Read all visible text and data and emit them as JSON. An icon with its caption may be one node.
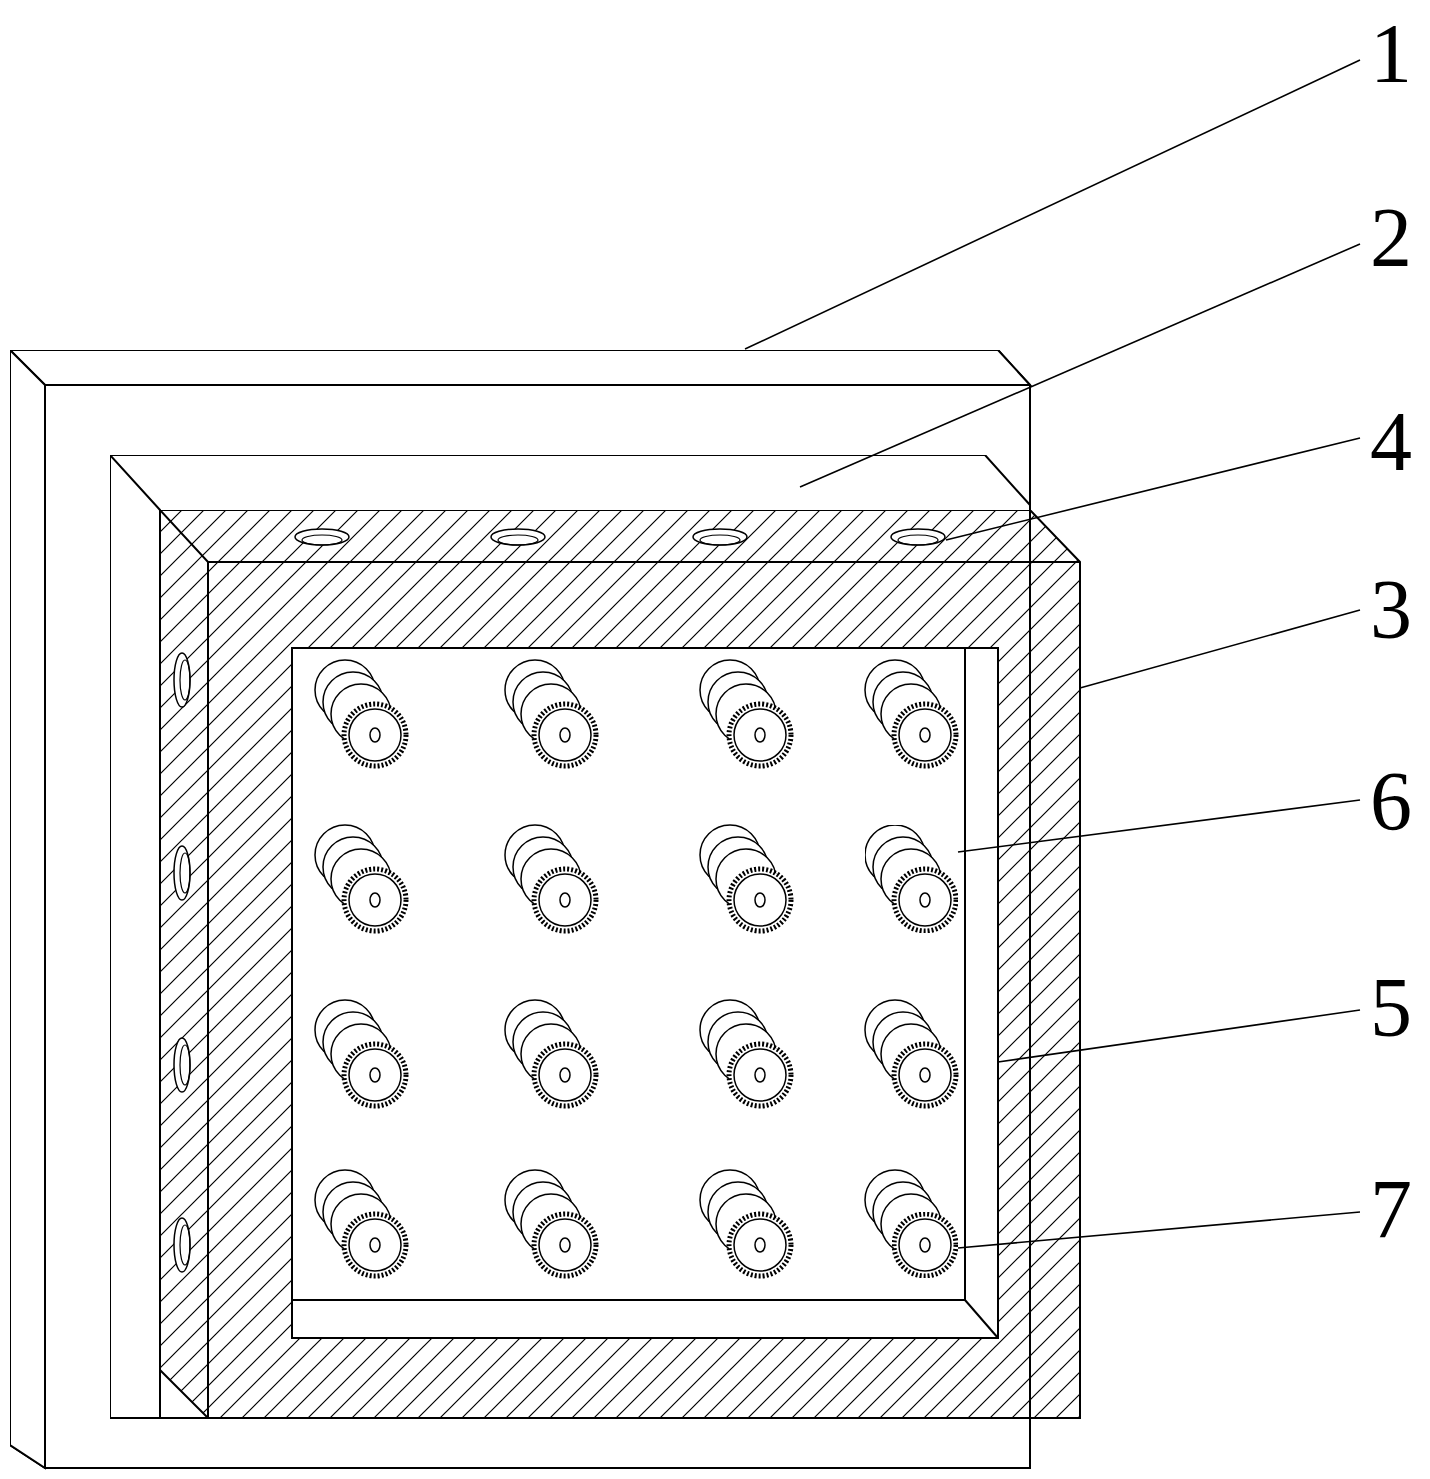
{
  "diagram": {
    "nodes": [
      {
        "text": [],
        "shape": "box"
      },
      {
        "text": [],
        "shape": "box",
        "in": 0
      },
      {
        "text": [],
        "shape": "box"
      },
      {
        "text": [],
        "shape": "circle",
        "in": 2
      },
      {
        "text": [],
        "shape": "circle",
        "in": 2
      },
      {
        "text": [],
        "shape": "circle",
        "in": 2
      },
      {
        "text": [],
        "shape": "circle",
        "in": 2
      },
      {
        "text": [],
        "shape": "box",
        "in": 2
      },
      {
        "text": [],
        "shape": "cylinder",
        "in": 7
      },
      {
        "text": [],
        "shape": "circle",
        "in": 7
      },
      {
        "text": [
          "1"
        ]
      },
      {
        "text": [
          "2"
        ]
      },
      {
        "text": [
          "4"
        ]
      },
      {
        "text": [
          "3"
        ]
      },
      {
        "text": [
          "6"
        ]
      },
      {
        "text": [
          "5"
        ]
      },
      {
        "text": [
          "7"
        ]
      }
    ],
    "edges": [
      {
        "from": 10,
        "to": 0,
        "arrow": "none"
      },
      {
        "from": 11,
        "to": 1,
        "arrow": "none"
      },
      {
        "from": 12,
        "to": 6,
        "arrow": "none"
      },
      {
        "from": 13,
        "to": 2,
        "arrow": "none"
      },
      {
        "from": 14,
        "to": 8,
        "arrow": "none"
      },
      {
        "from": 15,
        "to": 7,
        "arrow": "none"
      },
      {
        "from": 16,
        "to": 9,
        "arrow": "none"
      }
    ]
  }
}
